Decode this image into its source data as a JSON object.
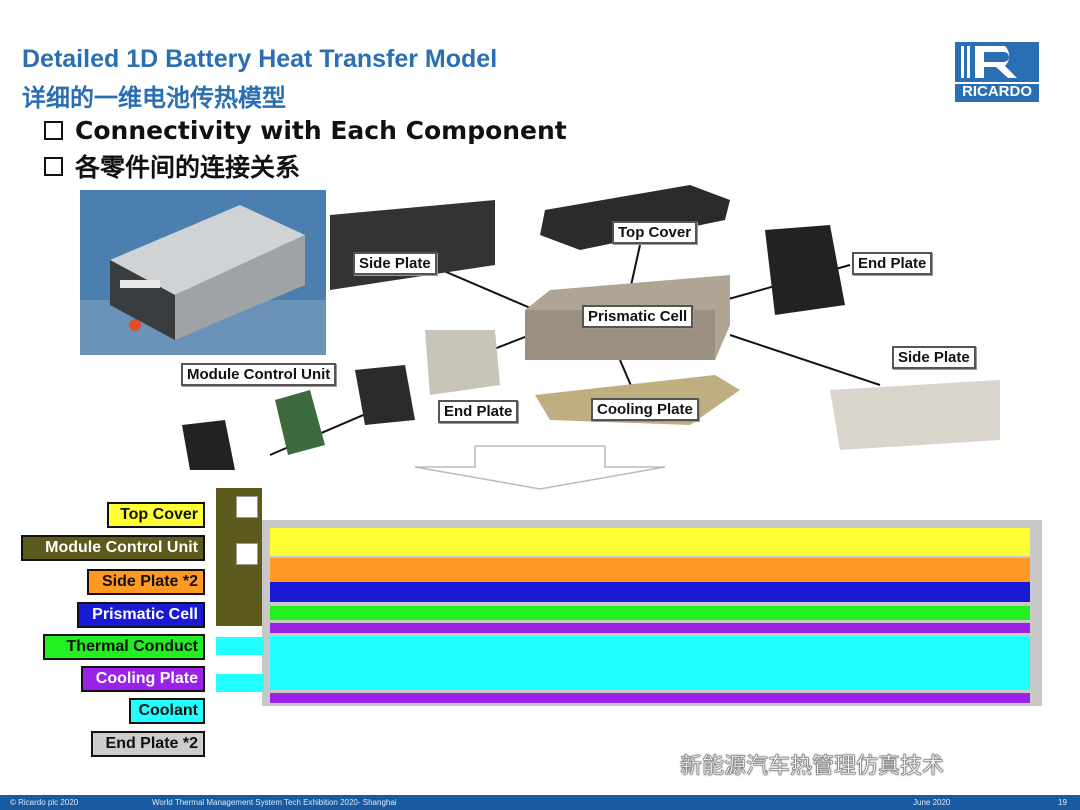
{
  "title": {
    "en": "Detailed 1D Battery Heat Transfer Model",
    "zh": "详细的一维电池传热模型"
  },
  "bullets": [
    "Connectivity with Each Component",
    "各零件间的连接关系"
  ],
  "logo": {
    "text": "RICARDO",
    "color": "#2a6fb4"
  },
  "callouts": {
    "top_cover": "Top Cover",
    "side_plate_left": "Side Plate",
    "end_plate_right": "End Plate",
    "prismatic_cell": "Prismatic Cell",
    "side_plate_right": "Side Plate",
    "module_control_unit": "Module Control Unit",
    "end_plate_left": "End Plate",
    "cooling_plate": "Cooling Plate"
  },
  "legend": [
    {
      "label": "Top Cover",
      "bg": "#ffff33",
      "fg": "#111111"
    },
    {
      "label": "Module Control Unit",
      "bg": "#5c5a1c",
      "fg": "#ffffff"
    },
    {
      "label": "Side Plate *2",
      "bg": "#ff9922",
      "fg": "#111111"
    },
    {
      "label": "Prismatic Cell",
      "bg": "#1a1ad6",
      "fg": "#ffffff"
    },
    {
      "label": "Thermal Conduct",
      "bg": "#22ee22",
      "fg": "#111111"
    },
    {
      "label": "Cooling Plate",
      "bg": "#9a22e6",
      "fg": "#ffffff"
    },
    {
      "label": "Coolant",
      "bg": "#22ffff",
      "fg": "#111111"
    },
    {
      "label": "End Plate *2",
      "bg": "#cccccc",
      "fg": "#111111"
    }
  ],
  "watermark": "新能源汽车热管理仿真技术",
  "footer": {
    "copyright": "© Ricardo plc 2020",
    "event": "World Thermal Management System Tech Exhibition 2020- Shanghai",
    "date": "June 2020",
    "page": "19"
  }
}
